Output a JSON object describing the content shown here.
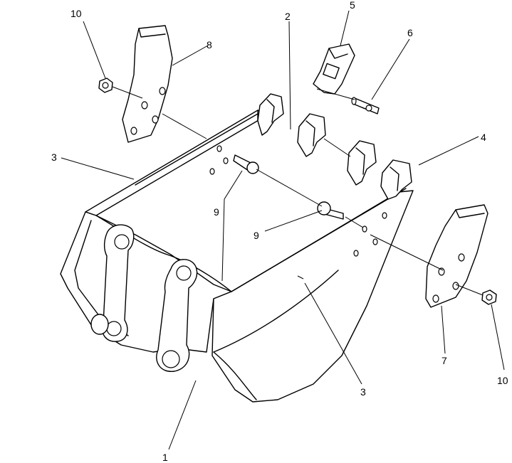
{
  "callouts": {
    "c1": "1",
    "c2": "2",
    "c3a": "3",
    "c3b": "3",
    "c4": "4",
    "c5": "5",
    "c6": "6",
    "c7": "7",
    "c8": "8",
    "c9a": "9",
    "c9b": "9",
    "c10a": "10",
    "c10b": "10"
  }
}
